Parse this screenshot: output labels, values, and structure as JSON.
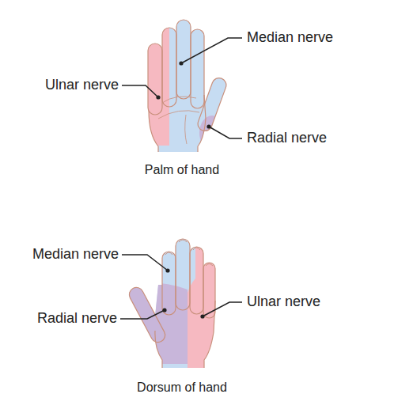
{
  "diagram": {
    "labels": [
      "Median nerve",
      "Ulnar nerve",
      "Radial nerve",
      "Palm of hand",
      "Median nerve",
      "Ulnar nerve",
      "Radial nerve",
      "Dorsum of hand"
    ]
  }
}
